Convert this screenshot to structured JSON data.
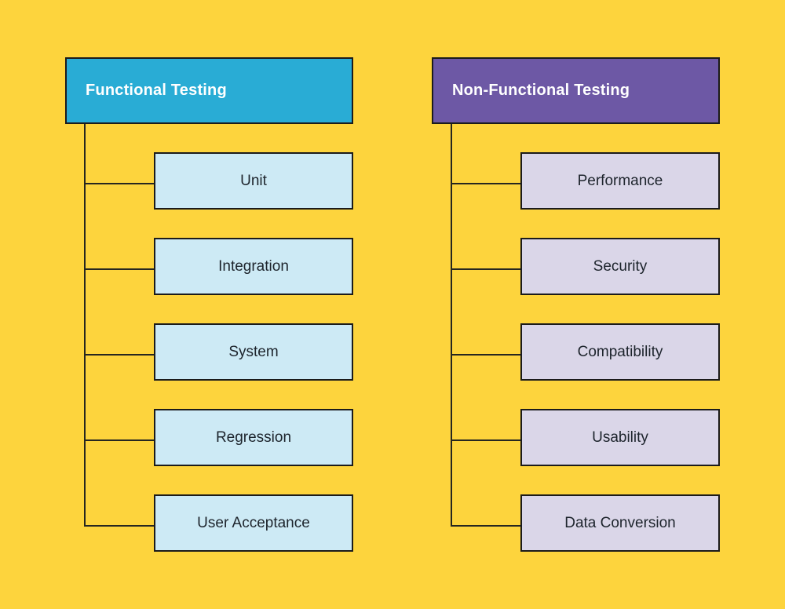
{
  "diagram": {
    "background_color": "#FDD43D",
    "connector_color": "#262620",
    "border_color": "#1b1b1b",
    "columns": [
      {
        "title": "Functional Testing",
        "header_color": "#29ACD5",
        "header_text_color": "#ffffff",
        "child_color": "#CDEAF5",
        "children": [
          "Unit",
          "Integration",
          "System",
          "Regression",
          "User Acceptance"
        ]
      },
      {
        "title": "Non-Functional Testing",
        "header_color": "#6D58A5",
        "header_text_color": "#ffffff",
        "child_color": "#DAD6E8",
        "children": [
          "Performance",
          "Security",
          "Compatibility",
          "Usability",
          "Data Conversion"
        ]
      }
    ]
  }
}
